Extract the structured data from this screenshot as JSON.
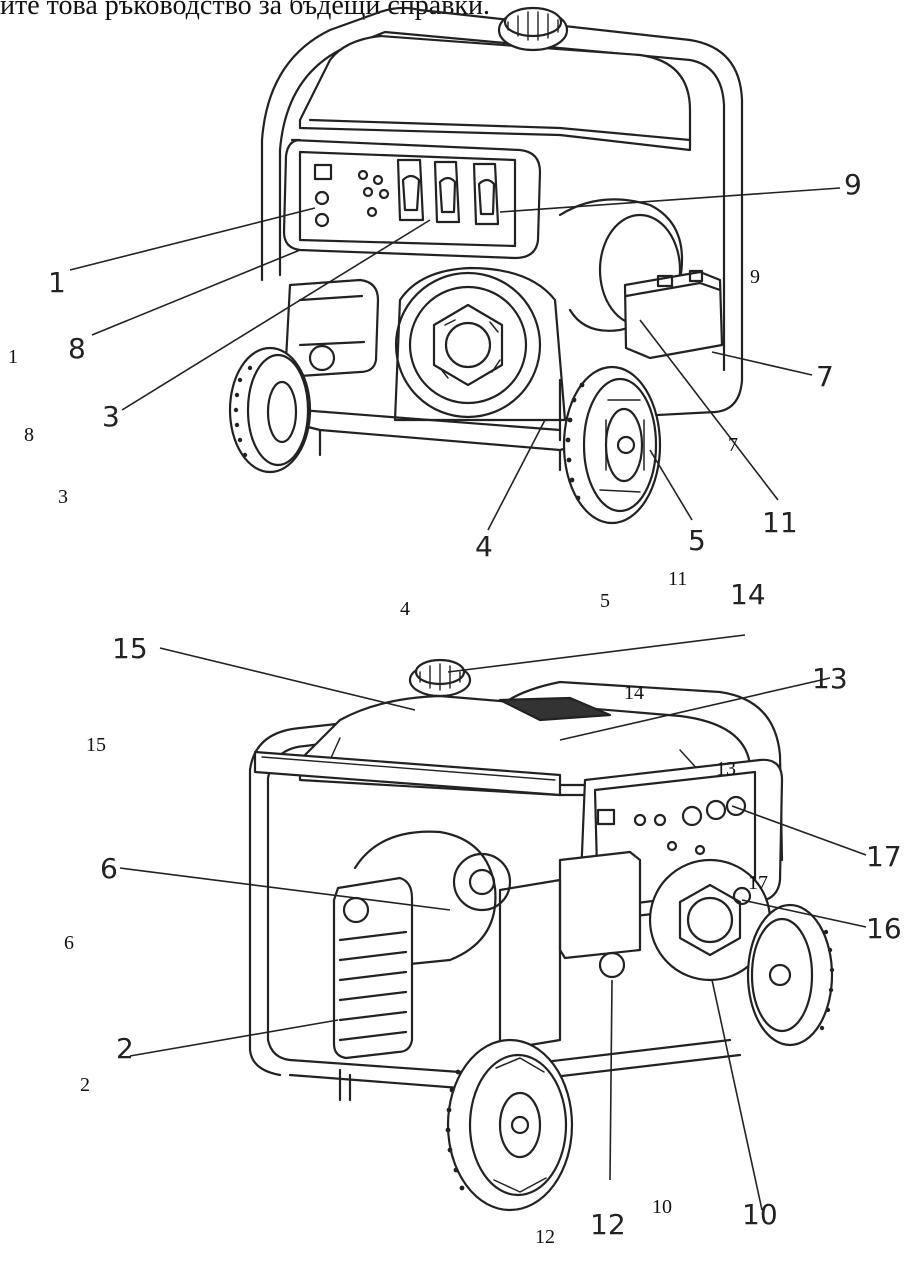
{
  "header": {
    "text": "ите това ръководство за бъдещи справки."
  },
  "diagram_top": {
    "callouts": [
      "1",
      "8",
      "3",
      "4",
      "5",
      "11",
      "7",
      "9"
    ],
    "duplicates": [
      "1",
      "8",
      "3",
      "4",
      "5",
      "11",
      "7",
      "9"
    ]
  },
  "diagram_bottom": {
    "callouts": [
      "15",
      "14",
      "13",
      "17",
      "16",
      "6",
      "2",
      "12",
      "10"
    ],
    "duplicates": [
      "15",
      "14",
      "13",
      "17",
      "6",
      "2",
      "12",
      "10"
    ]
  }
}
